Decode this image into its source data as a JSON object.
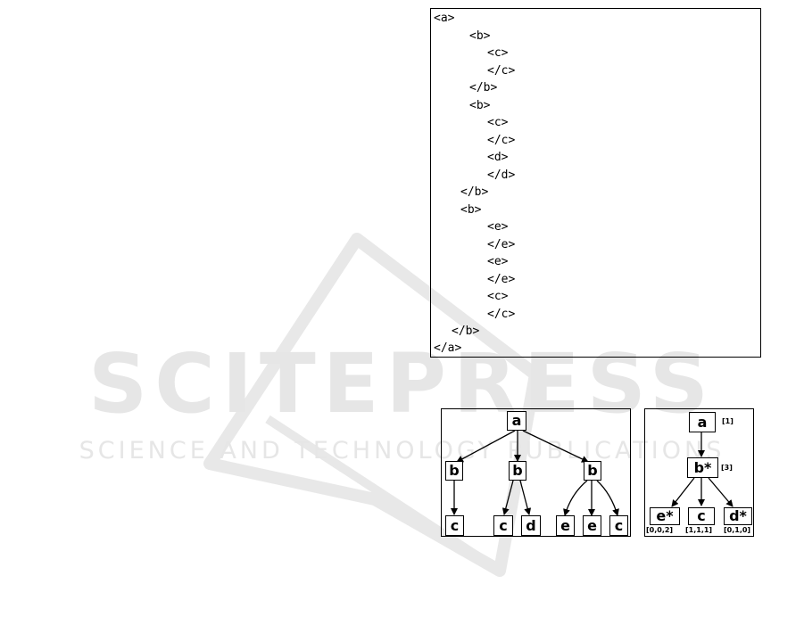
{
  "watermark": {
    "brand": "SCITEPRESS",
    "tagline": "SCIENCE AND TECHNOLOGY PUBLICATIONS"
  },
  "xml_listing": {
    "lines": [
      "<a>",
      "<b>",
      "<c>",
      "</c>",
      "</b>",
      "<b>",
      "<c>",
      "</c>",
      "<d>",
      "</d>",
      "</b>",
      "<b>",
      "<e>",
      "</e>",
      "<e>",
      "</e>",
      "<c>",
      "</c>",
      "</b>",
      "</a>"
    ]
  },
  "data_tree": {
    "nodes": [
      "a",
      "b",
      "b",
      "b",
      "c",
      "c",
      "d",
      "e",
      "e",
      "c"
    ]
  },
  "schema_tree": {
    "nodes": [
      "a",
      "b*",
      "e*",
      "c",
      "d*"
    ],
    "annotations": [
      "[1]",
      "[3]",
      "[0,0,2]",
      "[1,1,1]",
      "[0,1,0]"
    ]
  }
}
